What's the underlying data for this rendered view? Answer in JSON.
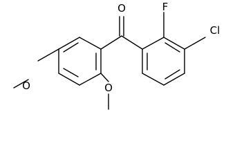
{
  "molecule": {
    "atoms": {
      "carbonyl_oxygen": "O",
      "fluorine": "F",
      "chlorine": "Cl",
      "methoxy_oxygen_para": "O",
      "methoxy_oxygen_ortho": "O"
    },
    "colors": {
      "ink": "#000000",
      "background": "#ffffff"
    }
  }
}
